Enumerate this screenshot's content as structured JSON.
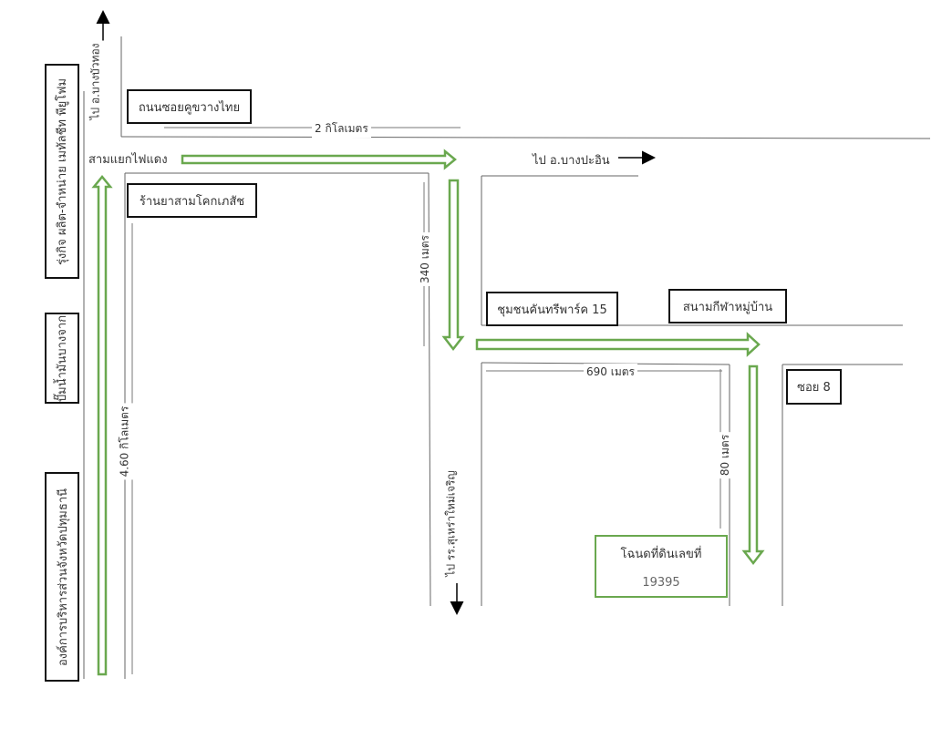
{
  "colors": {
    "route": "#6aa84f",
    "road": "#555555",
    "arrow": "#000000"
  },
  "labels": {
    "to_bang_bua_thong": "ไป อ.บางบัวทอง",
    "to_bang_pa_in": "ไป อ.บางปะอิน",
    "to_school": "ไป รร.สุเหร่าใหม่เจริญ",
    "junction": "สามแยกไฟแดง"
  },
  "distances": {
    "top": "2 กิโลเมตร",
    "left": "4.60 กิโลเมตร",
    "down": "340 เมตร",
    "middle": "690 เมตร",
    "final": "80 เมตร"
  },
  "landmarks": {
    "road_name": "ถนนซอยคูขวางไทย",
    "pharmacy": "ร้านยาสามโคกเภสัช",
    "metal_sheet": "รุ่งกิจ ผลิต-จำหน่าย เมทัลชีท พียูโฟม",
    "gas_station": "ปั๊มน้ำมันบางจาก",
    "pao": "องค์การบริหารส่วนจังหวัดปทุมธานี",
    "community": "ชุมชนคันทรีพาร์ค 15",
    "stadium": "สนามกีฬาหมู่บ้าน",
    "soi": "ซอย 8"
  },
  "destination": {
    "title": "โฉนดที่ดินเลขที่",
    "number": "19395"
  }
}
